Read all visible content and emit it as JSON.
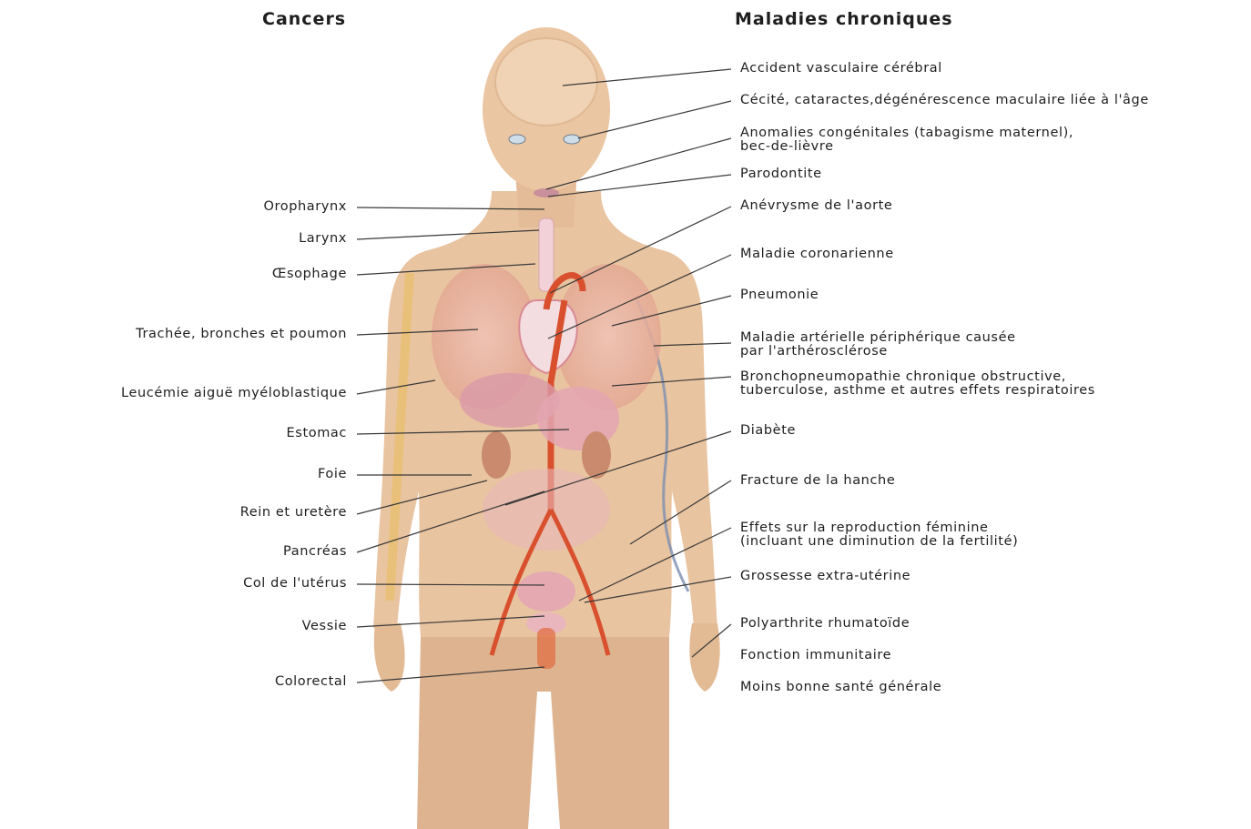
{
  "headings": {
    "cancers": "Cancers",
    "chronic": "Maladies chroniques"
  },
  "cancers": [
    "Oropharynx",
    "Larynx",
    "Œsophage",
    "Trachée, bronches et poumon",
    "Leucémie aiguë myéloblastique",
    "Estomac",
    "Foie",
    "Rein et uretère",
    "Pancréas",
    "Col de l'utérus",
    "Vessie",
    "Colorectal"
  ],
  "chronic": [
    {
      "line1": "Accident vasculaire cérébral",
      "line2": ""
    },
    {
      "line1": "Cécité, cataractes,dégénérescence maculaire liée à l'âge",
      "line2": ""
    },
    {
      "line1": "Anomalies congénitales (tabagisme maternel),",
      "line2": "bec-de-lièvre"
    },
    {
      "line1": "Parodontite",
      "line2": ""
    },
    {
      "line1": "Anévrysme de l'aorte",
      "line2": ""
    },
    {
      "line1": "Maladie coronarienne",
      "line2": ""
    },
    {
      "line1": "Pneumonie",
      "line2": ""
    },
    {
      "line1": "Maladie artérielle périphérique causée",
      "line2": "par l'arthérosclérose"
    },
    {
      "line1": "Bronchopneumopathie chronique obstructive,",
      "line2": "tuberculose, asthme et autres effets respiratoires"
    },
    {
      "line1": "Diabète",
      "line2": ""
    },
    {
      "line1": "Fracture de la hanche",
      "line2": ""
    },
    {
      "line1": "Effets sur la reproduction féminine",
      "line2": "(incluant une diminution de la fertilité)"
    },
    {
      "line1": "Grossesse extra-utérine",
      "line2": ""
    },
    {
      "line1": "Polyarthrite rhumatoïde",
      "line2": ""
    },
    {
      "line1": "Fonction immunitaire",
      "line2": ""
    },
    {
      "line1": "Moins bonne santé générale",
      "line2": ""
    }
  ],
  "colors": {
    "skin": "#e9c4a0",
    "skin_dark": "#d9a982",
    "organ_pink": "#e3a6b2",
    "artery": "#d9502e",
    "vein": "#7a8fb0",
    "leader": "#3a3a3a"
  }
}
